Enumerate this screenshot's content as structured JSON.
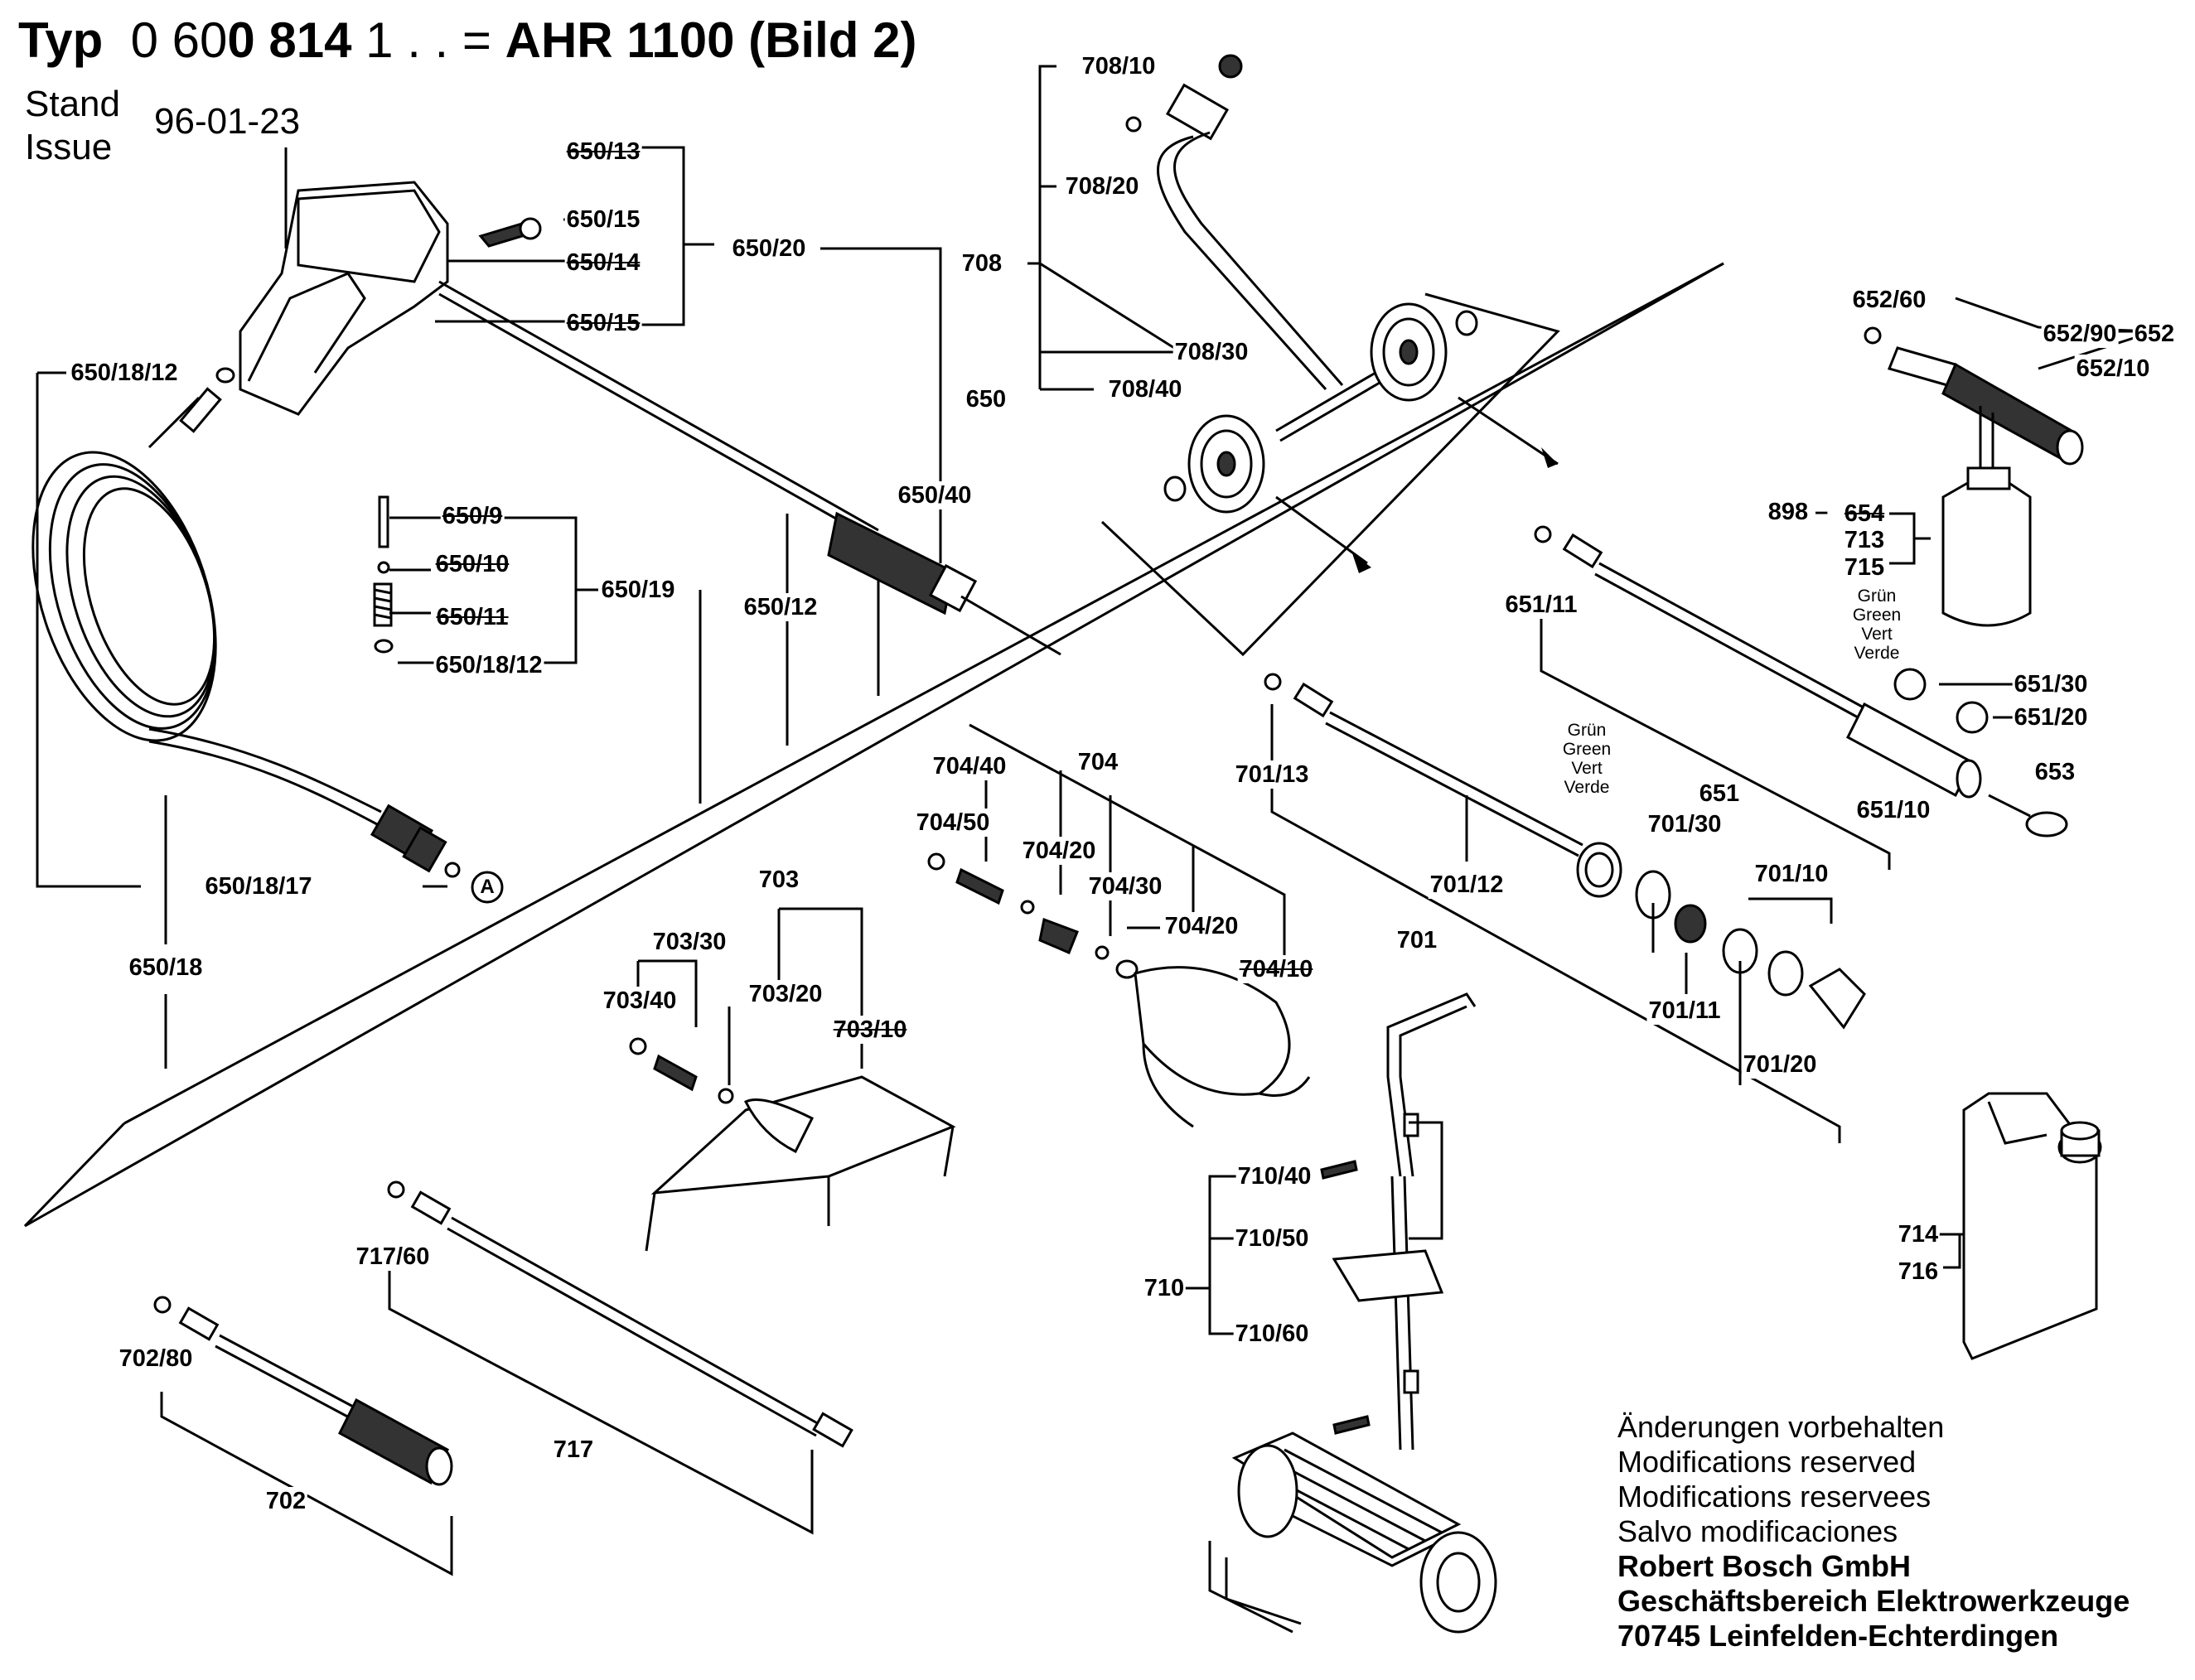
{
  "header": {
    "typ": "Typ",
    "num_a": "0 60",
    "num_b": "0 814",
    "num_c": "1 . . =",
    "model": "AHR 1100 (Bild 2)",
    "stand": "Stand",
    "issue": "Issue",
    "date": "96-01-23"
  },
  "callouts": {
    "p650_13": "650/13",
    "p650_15a": "650/15",
    "p650_14": "650/14",
    "p650_15b": "650/15",
    "p650_20": "650/20",
    "p650": "650",
    "p650_40": "650/40",
    "p650_12": "650/12",
    "p650_19": "650/19",
    "p650_9": "650/9",
    "p650_10": "650/10",
    "p650_11": "650/11",
    "p650_18_12a": "650/18/12",
    "p650_18_12b": "650/18/12",
    "p650_18_17": "650/18/17",
    "p650_18": "650/18",
    "circle_a": "A",
    "p708_10": "708/10",
    "p708_20": "708/20",
    "p708": "708",
    "p708_30": "708/30",
    "p708_40": "708/40",
    "p652_60": "652/60",
    "p652_90": "652/90",
    "p652": "652",
    "p652_10": "652/10",
    "p898": "898 –",
    "p654": "654",
    "p713": "713",
    "p715": "715",
    "p651_11": "651/11",
    "p651_30": "651/30",
    "p651_20": "651/20",
    "p651": "651",
    "p651_10": "651/10",
    "p653": "653",
    "p701_13": "701/13",
    "p701_30": "701/30",
    "p701_12": "701/12",
    "p701": "701",
    "p701_10": "701/10",
    "p701_11": "701/11",
    "p701_20": "701/20",
    "p704_40": "704/40",
    "p704": "704",
    "p704_50": "704/50",
    "p704_20a": "704/20",
    "p704_30": "704/30",
    "p704_20b": "704/20",
    "p704_10": "704/10",
    "p703": "703",
    "p703_30": "703/30",
    "p703_40": "703/40",
    "p703_20": "703/20",
    "p703_10": "703/10",
    "p717_60": "717/60",
    "p717": "717",
    "p702_80": "702/80",
    "p702": "702",
    "p710_40": "710/40",
    "p710_50": "710/50",
    "p710": "710",
    "p710_60": "710/60",
    "p714": "714",
    "p716": "716"
  },
  "color_notes": {
    "note_1": [
      "Grün",
      "Green",
      "Vert",
      "Verde"
    ],
    "note_2": [
      "Grün",
      "Green",
      "Vert",
      "Verde"
    ]
  },
  "footer": {
    "line1": "Änderungen vorbehalten",
    "line2": "Modifications reserved",
    "line3": "Modifications reservees",
    "line4": "Salvo modificaciones",
    "company": "Robert Bosch GmbH",
    "division": "Geschäftsbereich Elektrowerkzeuge",
    "address": "70745 Leinfelden-Echterdingen"
  }
}
